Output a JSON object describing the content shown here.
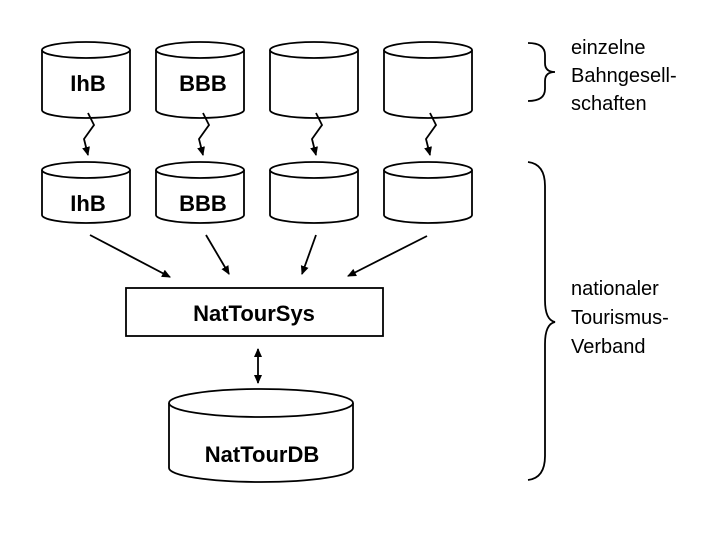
{
  "top_row": [
    {
      "label": "IhB"
    },
    {
      "label": "BBB"
    },
    {
      "label": ""
    },
    {
      "label": ""
    }
  ],
  "middle_row": [
    {
      "label": "IhB"
    },
    {
      "label": "BBB"
    },
    {
      "label": ""
    },
    {
      "label": ""
    }
  ],
  "system": {
    "label": "NatTourSys"
  },
  "database": {
    "label": "NatTourDB"
  },
  "brace_top": {
    "lines": [
      "einzelne",
      "Bahngesell-",
      "schaften"
    ]
  },
  "brace_bottom": {
    "lines": [
      "nationaler",
      "Tourismus-",
      "Verband"
    ]
  }
}
